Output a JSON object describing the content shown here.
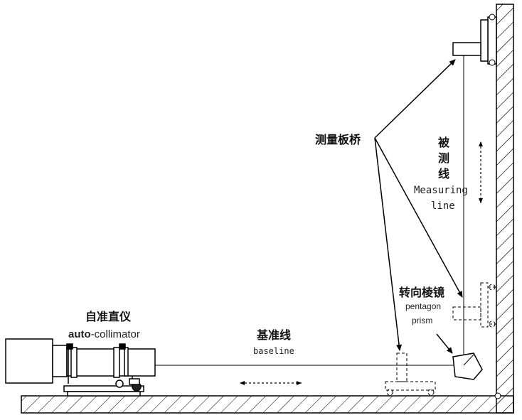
{
  "labels": {
    "autocollimator_cn": "自准直仪",
    "autocollimator_en_bold": "auto",
    "autocollimator_en_rest": "-collimator",
    "baseline_cn": "基准线",
    "baseline_en": "baseline",
    "bridge_cn": "测量板桥",
    "measured_line_cn_1": "被",
    "measured_line_cn_2": "测",
    "measured_line_cn_3": "线",
    "measured_line_en_1": "Measuring",
    "measured_line_en_2": "line",
    "prism_cn": "转向棱镜",
    "prism_en_1": "pentagon",
    "prism_en_2": "prism"
  },
  "colors": {
    "stroke": "#000000",
    "text": "#111111",
    "background": "#ffffff"
  }
}
